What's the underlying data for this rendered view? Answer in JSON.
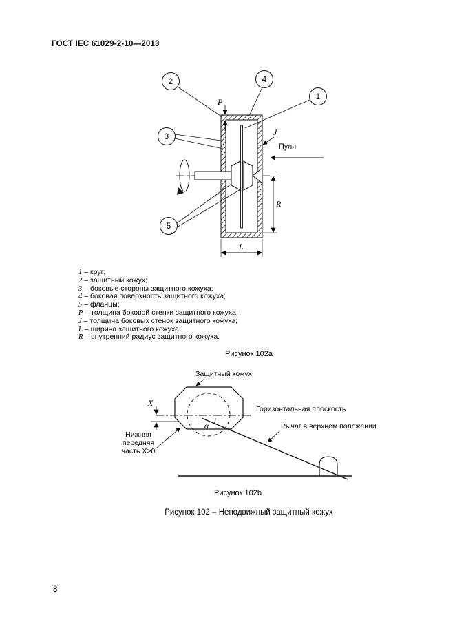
{
  "doc": {
    "header": "ГОСТ IEC 61029-2-10—2013",
    "page_number": "8",
    "figure_caption": "Рисунок 102 – Неподвижный защитный кожух"
  },
  "fig102a": {
    "caption": "Рисунок 102а",
    "callouts": [
      "2",
      "4",
      "1",
      "3",
      "5"
    ],
    "labels": {
      "P": "P",
      "J": "J",
      "R": "R",
      "L": "L",
      "bullet": "Пуля"
    },
    "legend": [
      {
        "sym": "1",
        "text": "– круг;"
      },
      {
        "sym": "2",
        "text": "– защитный кожух;"
      },
      {
        "sym": "3",
        "text": "– боковые стороны защитного кожуха;"
      },
      {
        "sym": "4",
        "text": "– боковая поверхность защитного кожуха;"
      },
      {
        "sym": "5",
        "text": "– фланцы;"
      },
      {
        "sym": "P",
        "text": "– толщина боковой стенки защитного кожуха;"
      },
      {
        "sym": "J",
        "text": "– толщина боковых стенок защитного кожуха;"
      },
      {
        "sym": "L",
        "text": "– ширина защитного кожуха;"
      },
      {
        "sym": "R",
        "text": "– внутренний радиус защитного кожуха."
      }
    ]
  },
  "fig102b": {
    "caption": "Рисунок 102b",
    "labels": {
      "guard": "Защитный кожух",
      "horizontal_plane": "Горизонтальная плоскость",
      "lever": "Рычаг в верхнем положении",
      "lower_front_1": "Нижняя",
      "lower_front_2": "передняя",
      "lower_front_3": "часть X>0",
      "x_dim": "X",
      "alpha": "α"
    }
  }
}
